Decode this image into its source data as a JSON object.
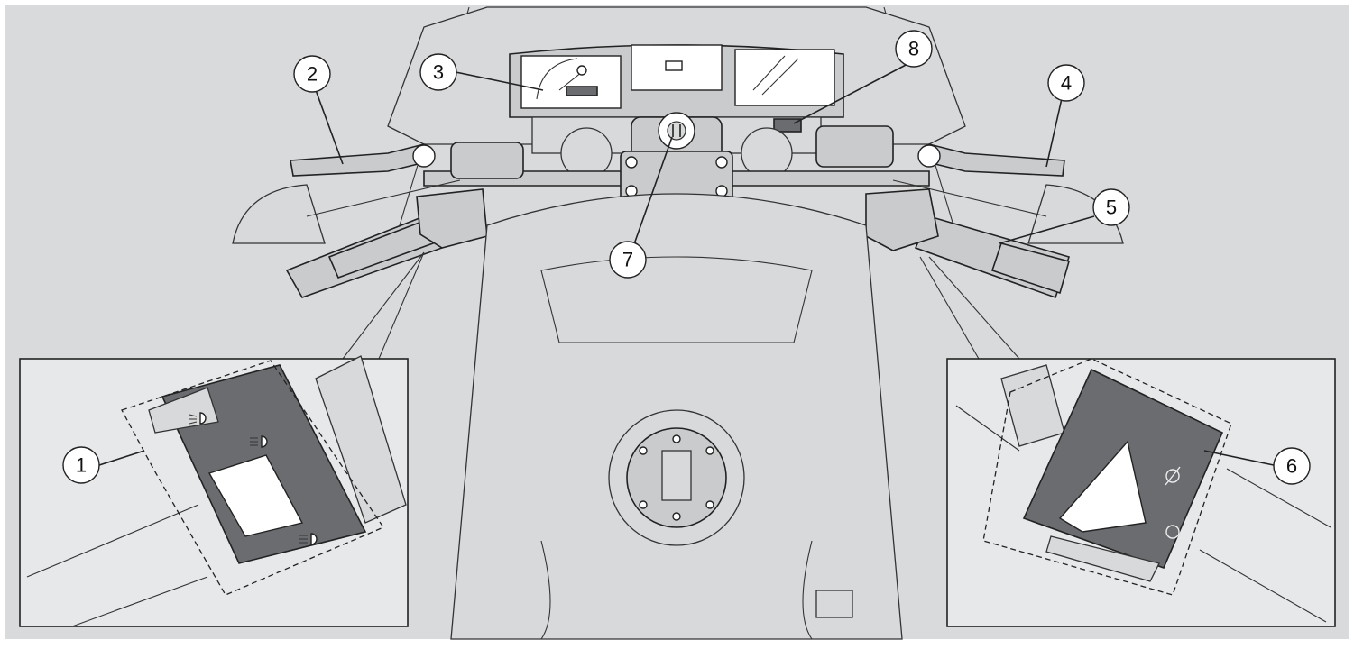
{
  "diagram": {
    "colors": {
      "background": "#d9dadc",
      "outline": "#222222",
      "switch_housing": "#6a6c70",
      "label_fill": "#ffffff"
    },
    "callouts": [
      {
        "id": "1",
        "label": "1"
      },
      {
        "id": "2",
        "label": "2"
      },
      {
        "id": "3",
        "label": "3"
      },
      {
        "id": "4",
        "label": "4"
      },
      {
        "id": "5",
        "label": "5"
      },
      {
        "id": "6",
        "label": "6"
      },
      {
        "id": "7",
        "label": "7"
      },
      {
        "id": "8",
        "label": "8"
      }
    ],
    "icons": [
      "low-beam-icon",
      "high-beam-icon",
      "flash-beam-icon",
      "engine-stop-icon",
      "start-button-icon"
    ]
  }
}
